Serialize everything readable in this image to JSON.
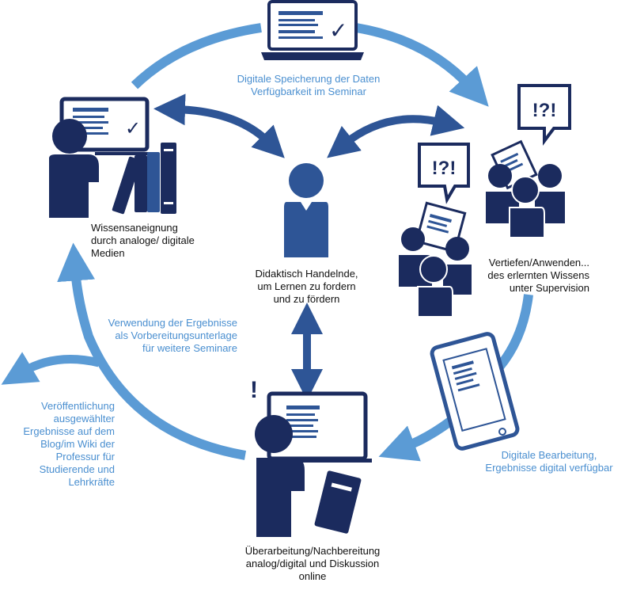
{
  "colors": {
    "navy": "#1b2b5e",
    "mid_blue": "#2e5596",
    "light_blue": "#5b9bd5",
    "dark_text": "#111111",
    "light_text": "#4a8fd0"
  },
  "icons": {
    "speech_bubble_text": "!?!",
    "exclamation_mark": "!",
    "check_mark": "✓"
  },
  "labels": {
    "top_storage": "Digitale Speicherung der Daten\nVerfügbarkeit im Seminar",
    "knowledge_acquisition": "Wissensaneignung\ndurch analoge/ digitale\nMedien",
    "center_facilitator": "Didaktisch Handelnde,\num Lernen zu fordern\nund zu fördern",
    "deepen_apply": "Vertiefen/Anwenden...\ndes erlernten Wissens\nunter Supervision",
    "reuse_results": "Verwendung der Ergebnisse\nals Vorbereitungsunterlage\nfür weitere Seminare",
    "publication": "Veröffentlichung\nausgewählter\nErgebnisse auf dem\nBlog/im Wiki der\nProfessur für\nStudierende und\nLehrkräfte",
    "digital_editing": "Digitale  Bearbeitung,\nErgebnisse digital verfügbar",
    "revision": "Überarbeitung/Nachbereitung\nanalog/digital und Diskussion\nonline"
  }
}
